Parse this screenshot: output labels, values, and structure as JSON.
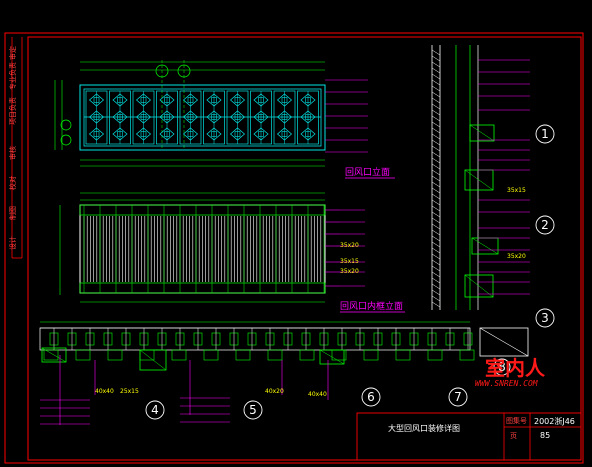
{
  "titles": {
    "front_elevation": "回风口立面",
    "inner_frame_elevation": "回风口内框立面",
    "sheet_title": "大型回风口装修详图"
  },
  "title_block": {
    "atlas_no_label": "图集号",
    "atlas_no_value": "2002浙J46",
    "page_label": "页",
    "page_value": "85"
  },
  "side_strip": [
    "设计",
    "制图",
    "校对",
    "审核",
    "项目负责",
    "专业负责",
    "审定"
  ],
  "callouts": [
    "1",
    "2",
    "3",
    "4",
    "5",
    "6",
    "7",
    "8"
  ],
  "labels": {
    "s1": "35x20",
    "s2": "35x15",
    "s3": "35x20",
    "s4": "35x15",
    "s5": "35x20",
    "b1": "40x40",
    "b2": "25x15",
    "b3": "40x20",
    "b4": "40x40"
  },
  "watermark": {
    "brand": "室内人",
    "url": "WWW.SNREN.COM"
  },
  "colors": {
    "frame": "#ff0000",
    "cad_cyan": "#00e5e5",
    "cad_green": "#00ff00",
    "cad_magenta": "#ff00ff",
    "cad_white": "#ffffff",
    "cad_yellow": "#ffff00"
  }
}
